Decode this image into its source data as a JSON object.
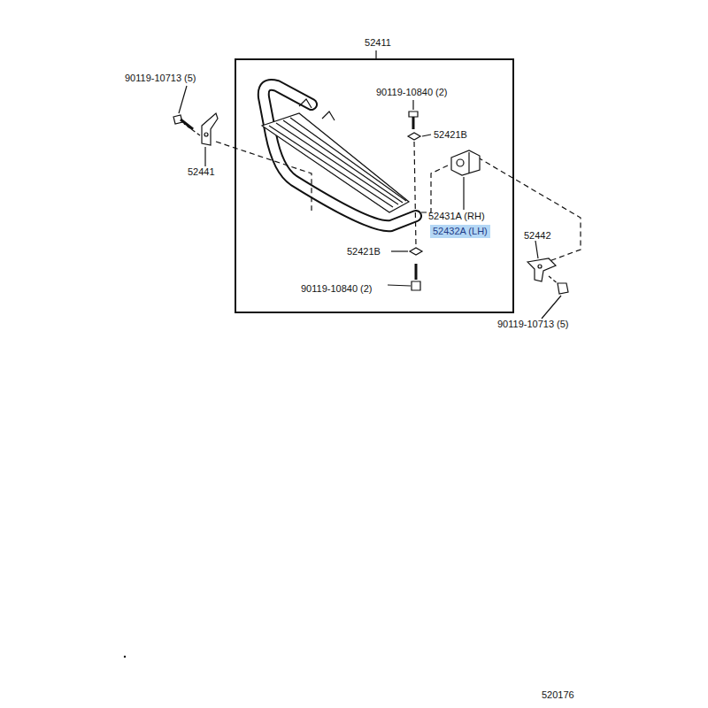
{
  "diagram": {
    "nodes": [
      {
        "text": [
          "52411"
        ]
      },
      {
        "text": [
          "52432A (LH)"
        ],
        "in": 0
      }
    ],
    "labels": [
      "90119-10713 (5)",
      "52441",
      "90119-10840 (2)",
      "52421B",
      "52431A (RH)",
      "52442",
      "52421B",
      "90119-10840 (2)",
      "90119-10713 (5)",
      "520176"
    ]
  }
}
